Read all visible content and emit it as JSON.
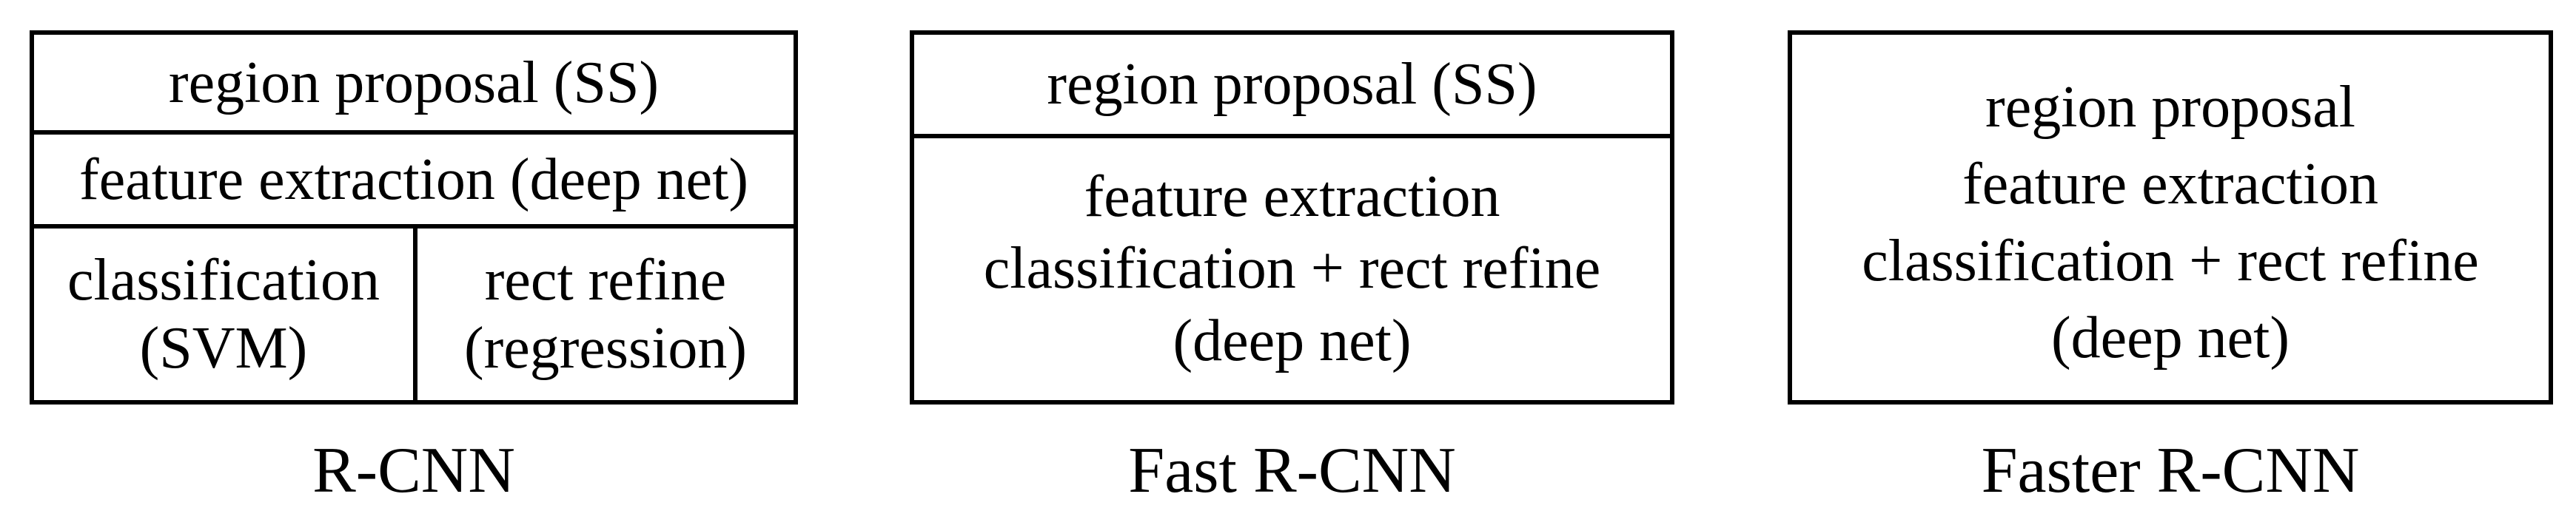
{
  "colors": {
    "background": "#ffffff",
    "line": "#000000",
    "text": "#000000"
  },
  "diagrams": {
    "rcnn": {
      "label": "R-CNN",
      "region_proposal": "region proposal (SS)",
      "feature_extraction": "feature extraction (deep net)",
      "classification_line1": "classification",
      "classification_line2": "(SVM)",
      "rect_refine_line1": "rect refine",
      "rect_refine_line2": "(regression)"
    },
    "fast_rcnn": {
      "label": "Fast R-CNN",
      "region_proposal": "region proposal (SS)",
      "merged_line1": "feature extraction",
      "merged_line2": "classification + rect refine",
      "merged_line3": "(deep net)"
    },
    "faster_rcnn": {
      "label": "Faster R-CNN",
      "merged_line1": "region proposal",
      "merged_line2": "feature extraction",
      "merged_line3": "classification + rect refine",
      "merged_line4": "(deep net)"
    }
  }
}
